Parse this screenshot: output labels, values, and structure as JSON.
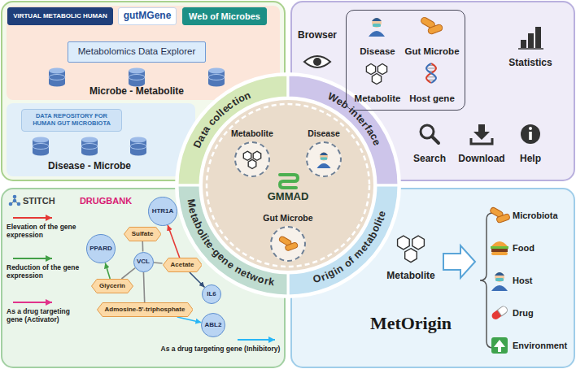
{
  "diagram": {
    "nodes": [
      {
        "text": [
          "VIRTUAL METABOLIC HUMAN"
        ]
      },
      {
        "text": [
          "gutMGene"
        ]
      },
      {
        "text": [
          "Web of Microbes"
        ]
      },
      {
        "text": [
          "Metabolomics Data Explorer"
        ]
      },
      {
        "text": [
          "DATA REPOSITORY FOR HUMAN GUT MICROBIOTA"
        ]
      },
      {
        "text": [
          "Data collection"
        ]
      },
      {
        "text": [
          "Web interface"
        ]
      },
      {
        "text": [
          "Origin of metabolite"
        ]
      },
      {
        "text": [
          "Metabolite-gene network"
        ]
      },
      {
        "text": [
          "GMMAD"
        ]
      },
      {
        "text": [
          "Metabolite"
        ],
        "in": 9
      },
      {
        "text": [
          "Disease"
        ],
        "in": 9
      },
      {
        "text": [
          "Gut Microbe"
        ],
        "in": 9
      },
      {
        "text": [
          "Disease",
          "Gut Microbe",
          "Metabolite",
          "Host gene"
        ]
      },
      {
        "text": [
          "Sulfate"
        ]
      },
      {
        "text": [
          "Acetate"
        ]
      },
      {
        "text": [
          "Glycerin"
        ]
      },
      {
        "text": [
          "Admosine-5'-triphosphate"
        ]
      },
      {
        "text": [
          "VCL"
        ]
      },
      {
        "text": [
          "HTR1A"
        ]
      },
      {
        "text": [
          "PPARD"
        ]
      },
      {
        "text": [
          "IL6"
        ]
      },
      {
        "text": [
          "ABL2"
        ]
      }
    ],
    "edges": [
      {
        "from": 10,
        "to": 11,
        "arrow": "to"
      },
      {
        "from": 11,
        "to": 10,
        "arrow": "to"
      },
      {
        "from": 12,
        "to": 10,
        "arrow": "to"
      },
      {
        "from": 12,
        "to": 11,
        "arrow": "to"
      },
      {
        "from": 11,
        "to": 12,
        "arrow": "to"
      },
      {
        "from": 14,
        "to": 18,
        "arrow": "none"
      },
      {
        "from": 15,
        "to": 18,
        "arrow": "none"
      },
      {
        "from": 16,
        "to": 18,
        "arrow": "none"
      },
      {
        "from": 17,
        "to": 18,
        "arrow": "none"
      },
      {
        "from": 15,
        "to": 19,
        "arrow": "to"
      },
      {
        "from": 15,
        "to": 21,
        "arrow": "to"
      },
      {
        "from": 16,
        "to": 20,
        "arrow": "to"
      },
      {
        "from": 17,
        "to": 22,
        "arrow": "to"
      }
    ],
    "labels": [
      "Microbe - Metabolite",
      "Disease - Microbe",
      "Browser",
      "Statistics",
      "Search",
      "Download",
      "Help",
      "STITCH",
      "DRUGBANK",
      "Metabolite",
      "MetOrigin",
      "Microbiota",
      "Food",
      "Host",
      "Drug",
      "Environment"
    ],
    "legend": [
      {
        "text": "Elevation of the gene expression"
      },
      {
        "text": "Reduction of the gene expression"
      },
      {
        "text": "As a drug targeting gene (Activator)"
      },
      {
        "text": "As a drug targeting gene (Inhibitory)"
      }
    ]
  }
}
